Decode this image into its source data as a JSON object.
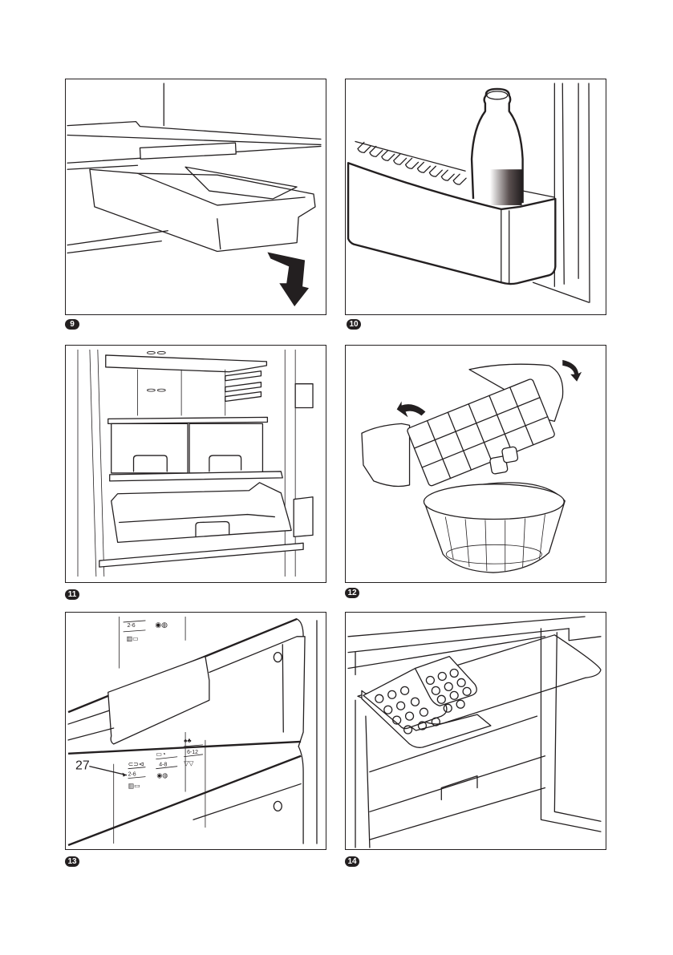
{
  "figures": [
    {
      "number": "9",
      "subject": "freezer shelf drawer pulled out",
      "icon": "down-arrow-icon"
    },
    {
      "number": "10",
      "subject": "door bin with milk bottle"
    },
    {
      "number": "11",
      "subject": "fridge interior with shelves and crisper"
    },
    {
      "number": "12",
      "subject": "twisting ice cube tray into bowl",
      "icons": [
        "curved-arrow-left-icon",
        "curved-arrow-right-icon"
      ]
    },
    {
      "number": "13",
      "subject": "drawer front with storage symbols",
      "callout": "27",
      "labels": {
        "upper_range": "2-6",
        "range_a": "2-6",
        "range_b": "4-8",
        "range_c": "6-12"
      }
    },
    {
      "number": "14",
      "subject": "ice tray shelf in freezer"
    }
  ],
  "colors": {
    "ink": "#231f20",
    "paper": "#ffffff"
  }
}
